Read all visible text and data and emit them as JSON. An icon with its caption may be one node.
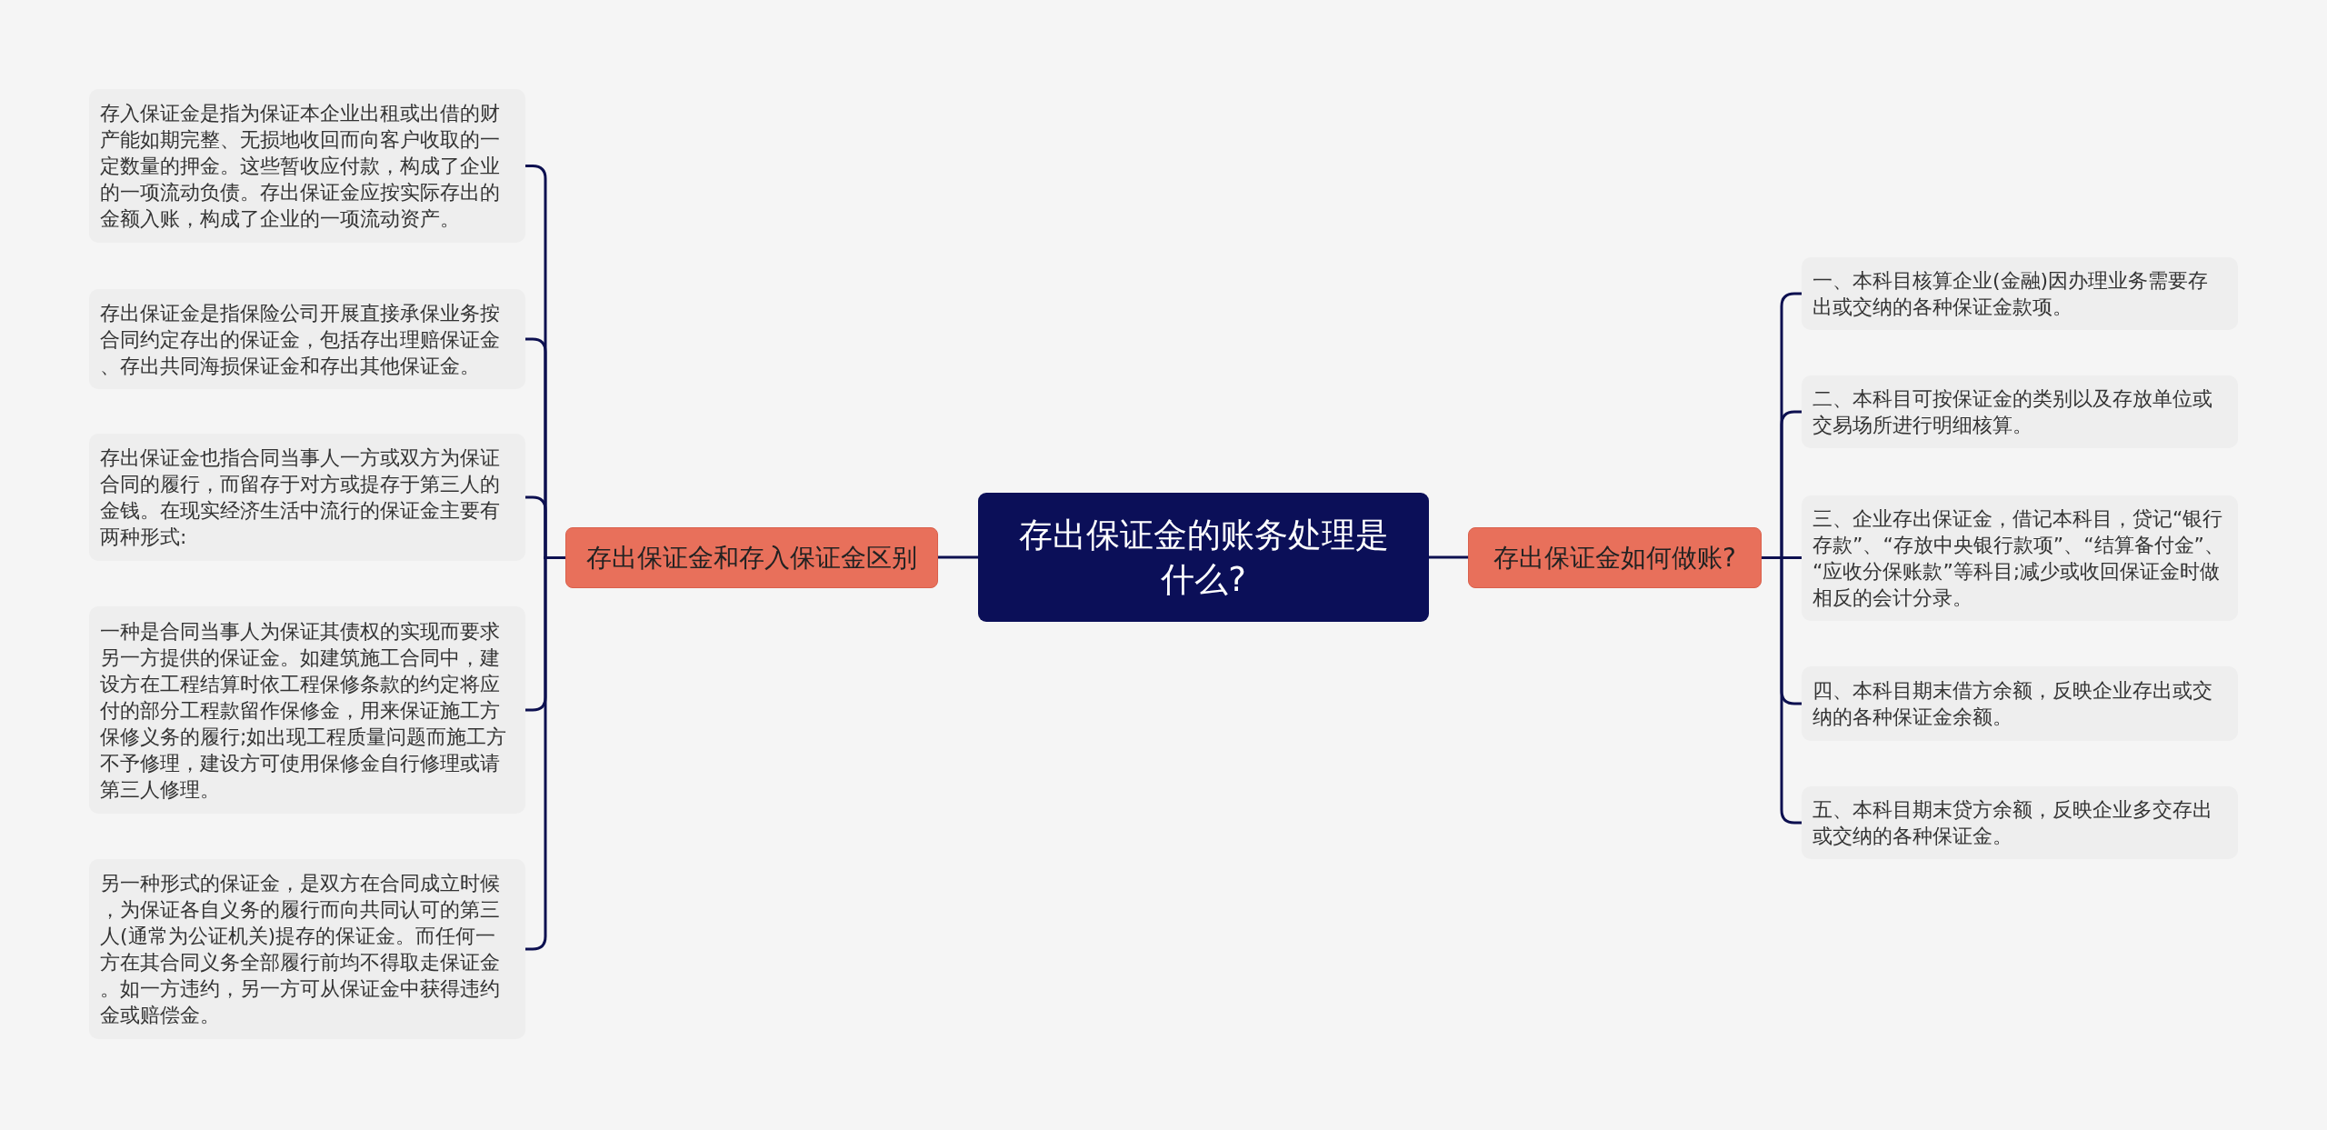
{
  "diagram": {
    "nodes": [
      {
        "text": [
          "存出保证金的账务处理是什么?"
        ]
      },
      {
        "text": [
          "存出保证金和存入保证金区别"
        ]
      },
      {
        "text": [
          "存入保证金是指为保证本企业出租或出借的财产能如期完整、无损地收回而向客户收取的一定数量的押金。这些暂收应付款，构成了企业的一项流动负债。存出保证金应按实际存出的金额入账，构成了企业的一项流动资产。"
        ]
      },
      {
        "text": [
          "存出保证金是指保险公司开展直接承保业务按合同约定存出的保证金，包括存出理赔保证金、存出共同海损保证金和存出其他保证金。"
        ]
      },
      {
        "text": [
          "存出保证金也指合同当事人一方或双方为保证合同的履行，而留存于对方或提存于第三人的金钱。在现实经济生活中流行的保证金主要有两种形式:"
        ]
      },
      {
        "text": [
          "一种是合同当事人为保证其债权的实现而要求另一方提供的保证金。如建筑施工合同中，建设方在工程结算时依工程保修条款的约定将应付的部分工程款留作保修金，用来保证施工方保修义务的履行;如出现工程质量问题而施工方不予修理，建设方可使用保修金自行修理或请第三人修理。"
        ]
      },
      {
        "text": [
          "另一种形式的保证金，是双方在合同成立时候，为保证各自义务的履行而向共同认可的第三人(通常为公证机关)提存的保证金。而任何一方在其合同义务全部履行前均不得取走保证金。如一方违约，另一方可从保证金中获得违约金或赔偿金。"
        ]
      },
      {
        "text": [
          "存出保证金如何做账?"
        ]
      },
      {
        "text": [
          "一、本科目核算企业(金融)因办理业务需要存出或交纳的各种保证金款项。"
        ]
      },
      {
        "text": [
          "二、本科目可按保证金的类别以及存放单位或交易场所进行明细核算。"
        ]
      },
      {
        "text": [
          "三、企业存出保证金，借记本科目，贷记“银行存款”、“存放中央银行款项”、“结算备付金”、“应收分保账款”等科目;减少或收回保证金时做相反的会计分录。"
        ]
      },
      {
        "text": [
          "四、本科目期末借方余额，反映企业存出或交纳的各种保证金余额。"
        ]
      },
      {
        "text": [
          "五、本科目期末贷方余额，反映企业多交存出或交纳的各种保证金。"
        ]
      }
    ],
    "edges": [
      {
        "from": 0,
        "to": 1,
        "arrow": "none"
      },
      {
        "from": 1,
        "to": 2,
        "arrow": "none"
      },
      {
        "from": 1,
        "to": 3,
        "arrow": "none"
      },
      {
        "from": 1,
        "to": 4,
        "arrow": "none"
      },
      {
        "from": 1,
        "to": 5,
        "arrow": "none"
      },
      {
        "from": 1,
        "to": 6,
        "arrow": "none"
      },
      {
        "from": 0,
        "to": 7,
        "arrow": "none"
      },
      {
        "from": 7,
        "to": 8,
        "arrow": "none"
      },
      {
        "from": 7,
        "to": 9,
        "arrow": "none"
      },
      {
        "from": 7,
        "to": 10,
        "arrow": "none"
      },
      {
        "from": 7,
        "to": 11,
        "arrow": "none"
      },
      {
        "from": 7,
        "to": 12,
        "arrow": "none"
      }
    ]
  }
}
